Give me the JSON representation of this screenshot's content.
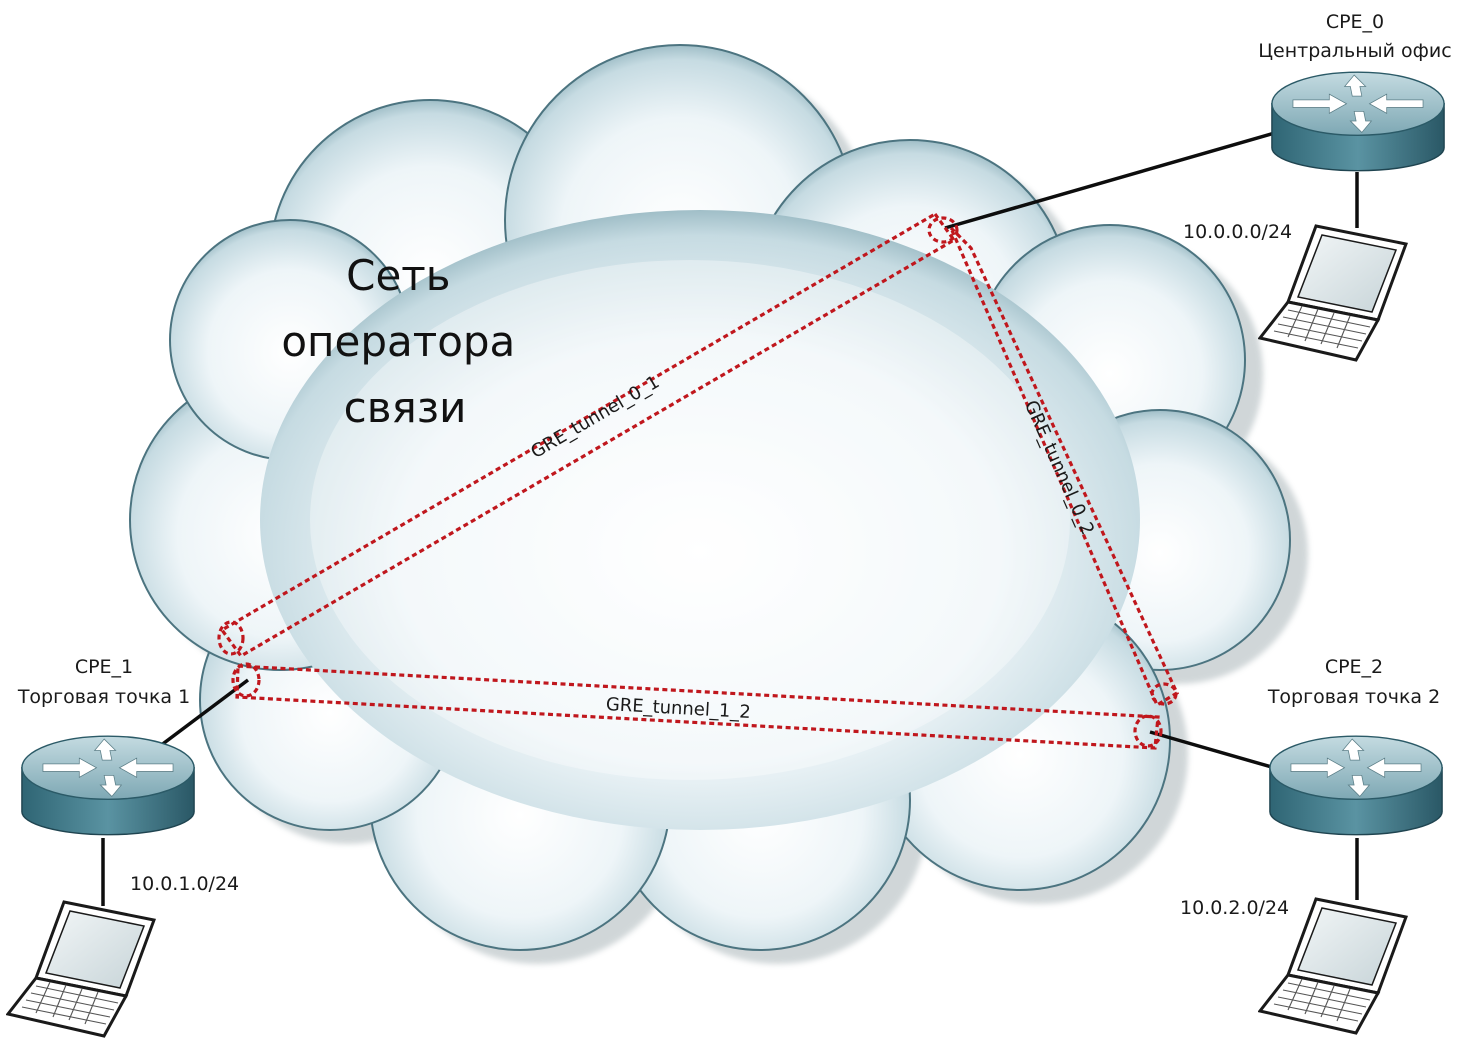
{
  "cloud": {
    "title_lines": [
      "Сеть",
      "оператора",
      "связи"
    ]
  },
  "nodes": {
    "cpe0": {
      "name": "CPE_0",
      "site": "Центральный офис",
      "subnet": "10.0.0.0/24"
    },
    "cpe1": {
      "name": "CPE_1",
      "site": "Торговая точка 1",
      "subnet": "10.0.1.0/24"
    },
    "cpe2": {
      "name": "CPE_2",
      "site": "Торговая точка 2",
      "subnet": "10.0.2.0/24"
    }
  },
  "tunnels": {
    "t01": "GRE_tunnel_0_1",
    "t02": "GRE_tunnel_0_2",
    "t12": "GRE_tunnel_1_2"
  },
  "colors": {
    "tunnel": "#c0171d",
    "router_top": "#9cbfc9",
    "router_side": "#3f7887",
    "cloud_center": "#ffffff",
    "cloud_edge": "#5f8d9a"
  }
}
